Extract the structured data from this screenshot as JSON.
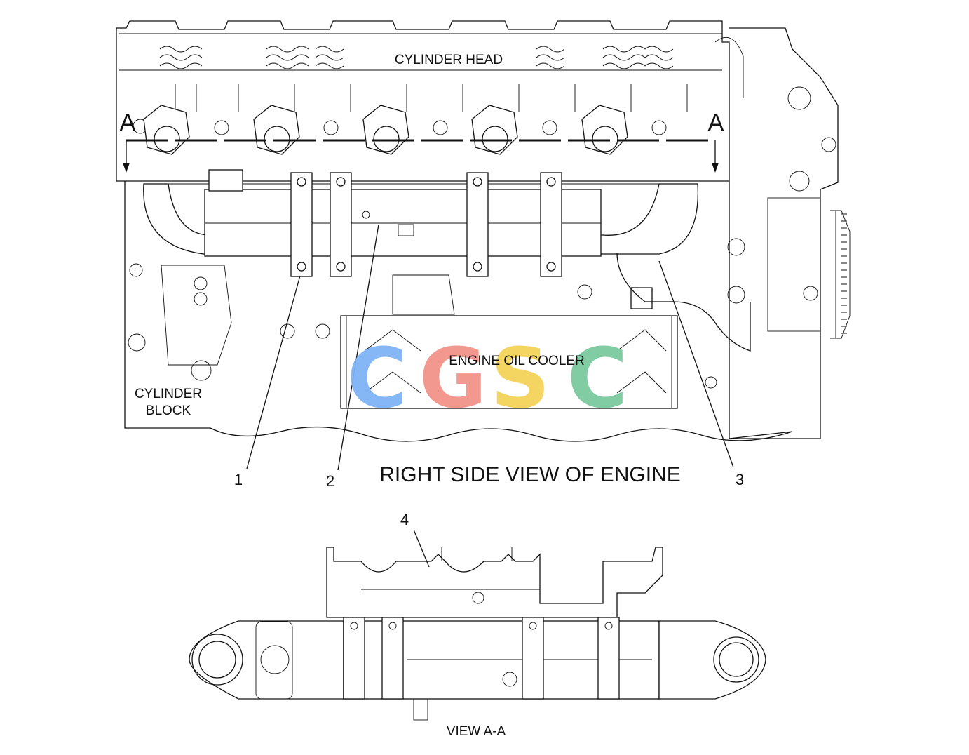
{
  "labels": {
    "cylinder_head": "CYLINDER HEAD",
    "cylinder_block_line1": "CYLINDER",
    "cylinder_block_line2": "BLOCK",
    "engine_oil_cooler": "ENGINE OIL COOLER",
    "section_marker_left": "A",
    "section_marker_right": "A",
    "main_title": "RIGHT SIDE VIEW OF ENGINE",
    "section_view_title": "VIEW A-A"
  },
  "callouts": [
    "1",
    "2",
    "3",
    "4"
  ],
  "watermark": {
    "letters": [
      "C",
      "G",
      "S",
      "C"
    ],
    "colors": [
      "#7fb3f5",
      "#f2938a",
      "#f5d35a",
      "#7ccaa0"
    ]
  },
  "colors": {
    "line": "#111111",
    "background": "#ffffff"
  }
}
